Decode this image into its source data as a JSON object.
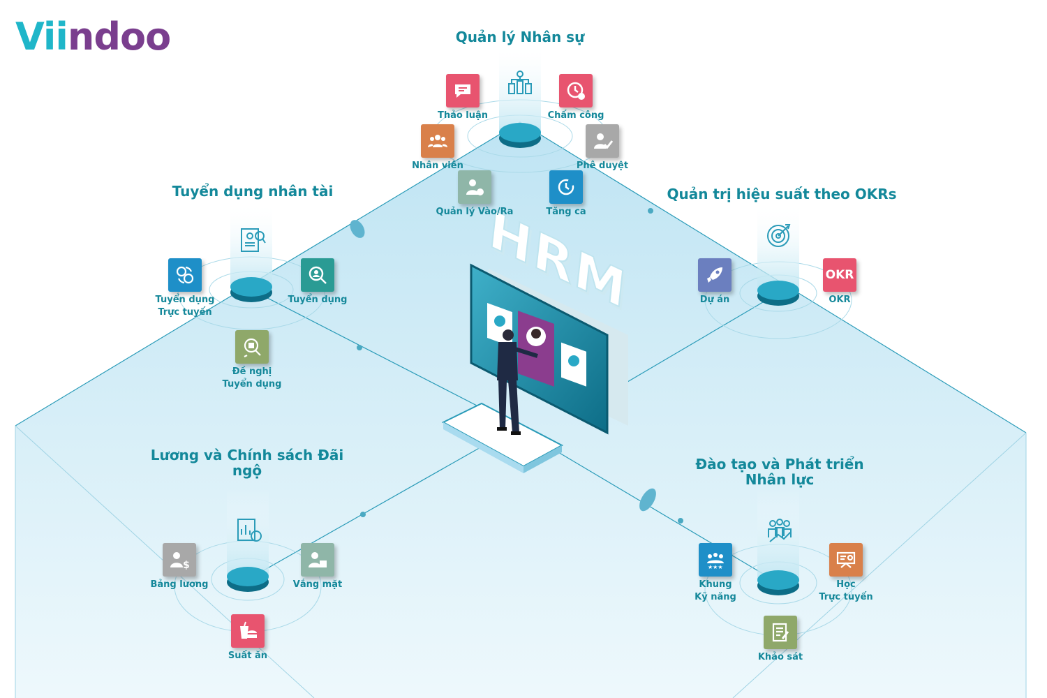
{
  "brand": {
    "logo_part1": "Vii",
    "logo_part2": "ndoo"
  },
  "center": {
    "label": "HRM"
  },
  "colors": {
    "teal": "#13889a",
    "pink": "#e8546f",
    "orange": "#d9804a",
    "gray": "#a8a8a8",
    "sage": "#8fb6a8",
    "blue": "#1e8fc8",
    "slate": "#6b7fbf",
    "olive": "#8fa86a",
    "purple": "#7a3e8e",
    "floor": "#cfeaf5"
  },
  "groups": {
    "hr": {
      "title": "Quản lý Nhân sự",
      "modules": [
        {
          "label": "Thảo luận",
          "icon": "chat-icon"
        },
        {
          "label": "Chấm công",
          "icon": "clock-icon"
        },
        {
          "label": "Nhân viên",
          "icon": "people-icon"
        },
        {
          "label": "Phê duyệt",
          "icon": "approve-icon"
        },
        {
          "label": "Quản lý Vào/Ra",
          "icon": "checkin-icon"
        },
        {
          "label": "Tăng ca",
          "icon": "overtime-icon"
        }
      ]
    },
    "recruit": {
      "title": "Tuyển dụng nhân tài",
      "modules": [
        {
          "label": "Tuyển dụng\nTrực tuyến",
          "icon": "online-recruit-icon"
        },
        {
          "label": "Tuyển dụng",
          "icon": "search-person-icon"
        },
        {
          "label": "Đề nghị\nTuyển dụng",
          "icon": "request-icon"
        }
      ]
    },
    "okr": {
      "title": "Quản trị hiệu suất theo OKRs",
      "modules": [
        {
          "label": "Dự án",
          "icon": "rocket-icon"
        },
        {
          "label": "OKR",
          "icon": "okr-icon",
          "tile_text": "OKR"
        }
      ]
    },
    "payroll": {
      "title": "Lương và Chính sách Đãi\nngộ",
      "modules": [
        {
          "label": "Bảng lương",
          "icon": "payroll-icon"
        },
        {
          "label": "Vắng mặt",
          "icon": "absence-icon"
        },
        {
          "label": "Suất ăn",
          "icon": "meal-icon"
        }
      ]
    },
    "training": {
      "title": "Đào tạo và Phát triển\nNhân lực",
      "modules": [
        {
          "label": "Khung\nKỹ năng",
          "icon": "skills-icon"
        },
        {
          "label": "Học\nTrực tuyến",
          "icon": "elearning-icon"
        },
        {
          "label": "Khảo sát",
          "icon": "survey-icon"
        }
      ]
    }
  }
}
